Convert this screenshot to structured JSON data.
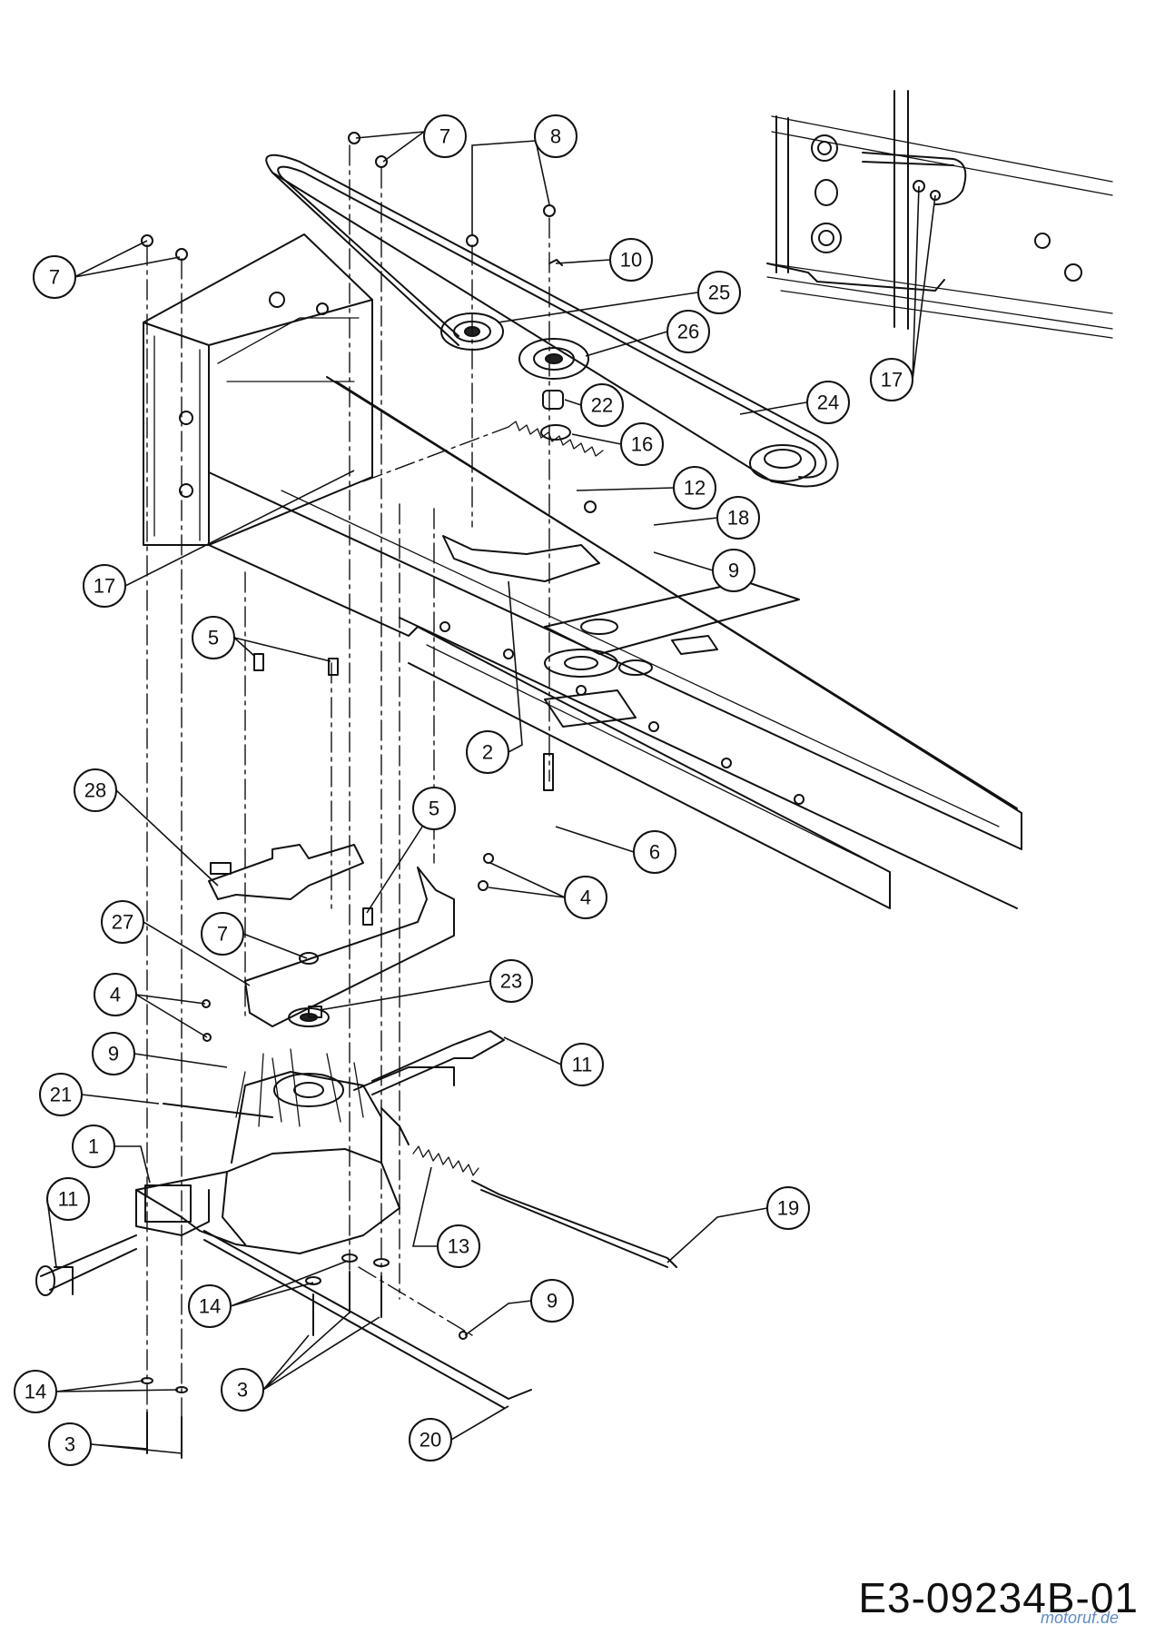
{
  "document": {
    "code": "E3-09234B-01",
    "watermark": "motoruf.de"
  },
  "callouts": [
    {
      "label": "7"
    },
    {
      "label": "8"
    },
    {
      "label": "7"
    },
    {
      "label": "10"
    },
    {
      "label": "25"
    },
    {
      "label": "26"
    },
    {
      "label": "22"
    },
    {
      "label": "24"
    },
    {
      "label": "16"
    },
    {
      "label": "12"
    },
    {
      "label": "18"
    },
    {
      "label": "9"
    },
    {
      "label": "17"
    },
    {
      "label": "17"
    },
    {
      "label": "5"
    },
    {
      "label": "2"
    },
    {
      "label": "28"
    },
    {
      "label": "5"
    },
    {
      "label": "6"
    },
    {
      "label": "4"
    },
    {
      "label": "27"
    },
    {
      "label": "7"
    },
    {
      "label": "23"
    },
    {
      "label": "4"
    },
    {
      "label": "9"
    },
    {
      "label": "11"
    },
    {
      "label": "21"
    },
    {
      "label": "1"
    },
    {
      "label": "11"
    },
    {
      "label": "13"
    },
    {
      "label": "19"
    },
    {
      "label": "14"
    },
    {
      "label": "9"
    },
    {
      "label": "3"
    },
    {
      "label": "14"
    },
    {
      "label": "20"
    },
    {
      "label": "3"
    }
  ]
}
